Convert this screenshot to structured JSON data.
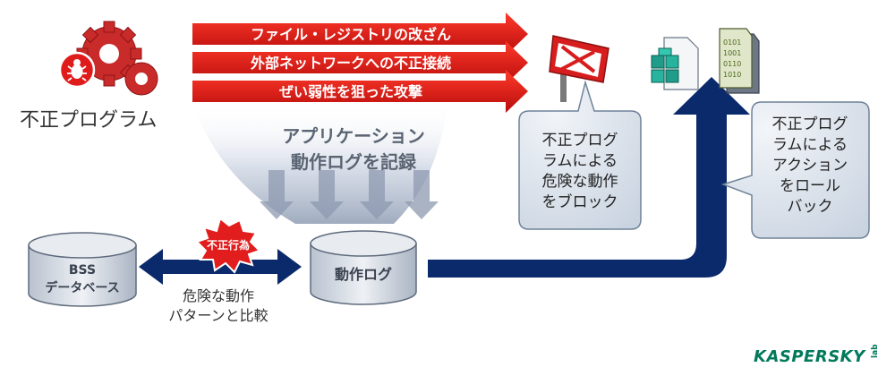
{
  "colors": {
    "threat_red": "#d81818",
    "navy": "#0b2a6b",
    "callout_bg": "#d5dde8",
    "callout_border": "#6f8298",
    "kaspersky_green": "#007a5a"
  },
  "malware": {
    "label": "不正プログラム",
    "icon": "gear-bug-icon"
  },
  "threats": [
    "ファイル・レジストリの改ざん",
    "外部ネットワークへの不正接続",
    "ぜい弱性を狙った攻撃"
  ],
  "logging": {
    "line1": "アプリケーション",
    "line2": "動作ログを記録"
  },
  "bss_db": {
    "line1": "BSS",
    "line2": "データベース"
  },
  "log_db": {
    "label": "動作ログ"
  },
  "compare": {
    "badge": "不正行為",
    "caption_line1": "危険な動作",
    "caption_line2": "パターンと比較"
  },
  "block_callout": {
    "lines": [
      "不正プログ",
      "ラムによる",
      "危険な動作",
      "をブロック"
    ],
    "icon": "block-sign-icon"
  },
  "rollback_callout": {
    "lines": [
      "不正プログ",
      "ラムによる",
      "アクション",
      "をロール",
      "バック"
    ],
    "icons": [
      "registry-icon",
      "binary-file-icon"
    ]
  },
  "brand": {
    "name": "KASPERSKY",
    "lab": "lab"
  }
}
